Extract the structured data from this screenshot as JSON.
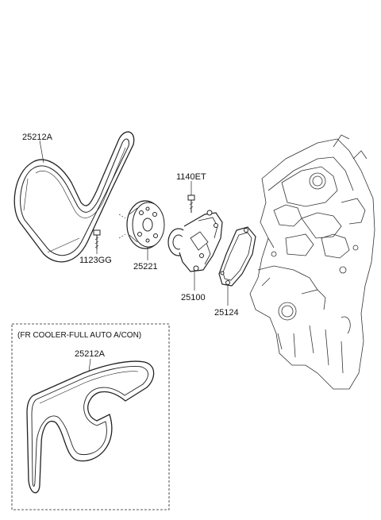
{
  "labels": {
    "belt_main": "25212A",
    "bolt_top": "1140ET",
    "bolt_left": "1123GG",
    "pulley": "25221",
    "pump": "25100",
    "gasket": "25124",
    "box_title": "(FR COOLER-FULL AUTO A/CON)",
    "belt_alt": "25212A"
  }
}
